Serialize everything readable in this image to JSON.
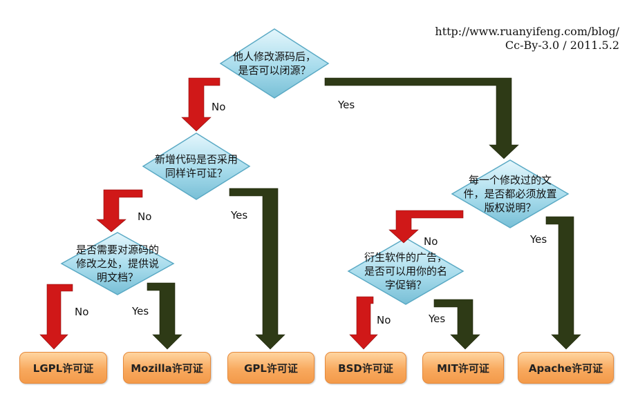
{
  "credit": {
    "url": "http://www.ruanyifeng.com/blog/",
    "license": "Cc-By-3.0 / 2011.5.2"
  },
  "questions": {
    "q1": [
      "他人修改源码后，",
      "是否可以闭源？"
    ],
    "q2": [
      "新增代码是否采用",
      "同样许可证？"
    ],
    "q3": [
      "是否需要对源码的",
      "修改之处，提供说",
      "明文档？"
    ],
    "q4": [
      "每一个修改过的文",
      "件，是否都必须放置",
      "版权说明？"
    ],
    "q5": [
      "衍生软件的广告，",
      "是否可以用你的名",
      "字促销？"
    ]
  },
  "edges": {
    "q1_no": "No",
    "q1_yes": "Yes",
    "q2_no": "No",
    "q2_yes": "Yes",
    "q3_no": "No",
    "q3_yes": "Yes",
    "q4_no": "No",
    "q4_yes": "Yes",
    "q5_no": "No",
    "q5_yes": "Yes"
  },
  "leaves": {
    "lgpl": "LGPL许可证",
    "mozilla": "Mozilla许可证",
    "gpl": "GPL许可证",
    "bsd": "BSD许可证",
    "mit": "MIT许可证",
    "apache": "Apache许可证"
  },
  "colors": {
    "diamond_fill_light": "#d7f1fa",
    "diamond_fill_dark": "#86c8de",
    "diamond_stroke": "#5aa9c4",
    "leaf_fill": "#f8a95e",
    "arrow_no": "#d01818",
    "arrow_yes": "#2e3a16"
  }
}
